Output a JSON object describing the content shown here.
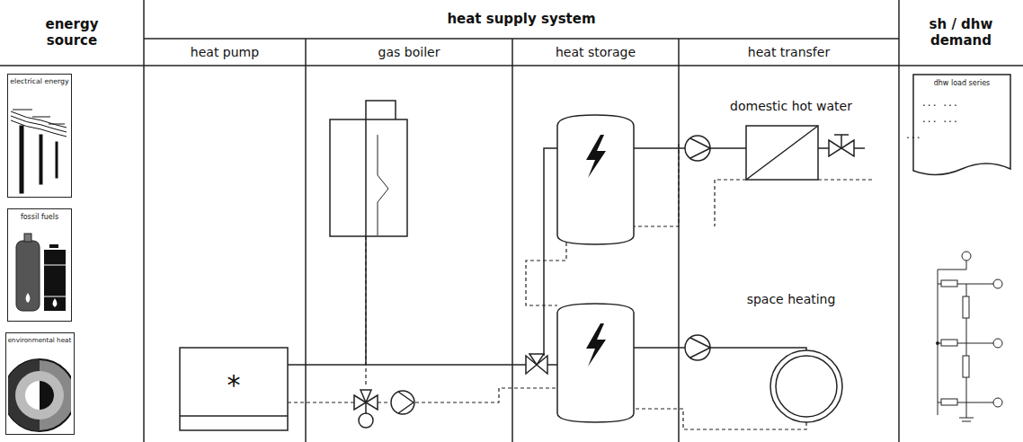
{
  "diagram": {
    "nodes": [
      {
        "text": [
          "energy source"
        ]
      },
      {
        "text": [
          "heat supply system"
        ]
      },
      {
        "text": [
          "heat pump"
        ]
      },
      {
        "text": [
          "gas boiler"
        ]
      },
      {
        "text": [
          "heat storage"
        ]
      },
      {
        "text": [
          "heat transfer"
        ]
      },
      {
        "text": [
          "sh / dhw demand"
        ]
      },
      {
        "text": [
          "electrical energy"
        ]
      },
      {
        "text": [
          "fossil fuels"
        ]
      },
      {
        "text": [
          "environmental heat"
        ]
      },
      {
        "text": [
          "dhw load series"
        ]
      }
    ],
    "labels": [
      "domestic hot water",
      "space heating",
      "*",
      "... ...",
      "... ...",
      "..."
    ]
  }
}
